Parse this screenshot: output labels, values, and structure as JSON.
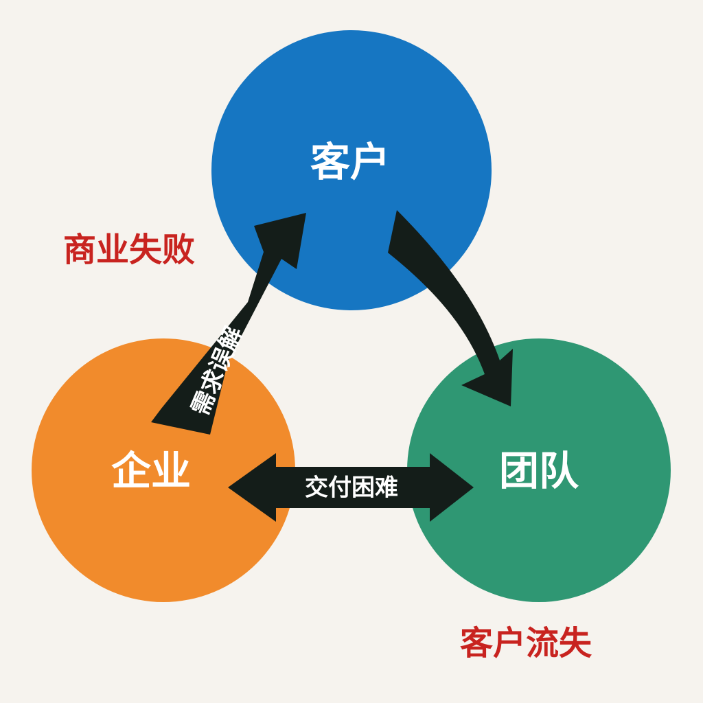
{
  "nodes": {
    "customer": {
      "label": "客户",
      "color": "#1676c2"
    },
    "enterprise": {
      "label": "企业",
      "color": "#f18b2c"
    },
    "team": {
      "label": "团队",
      "color": "#2f9773"
    }
  },
  "arrows": {
    "enterprise_customer": {
      "label": "需求误解"
    },
    "enterprise_team": {
      "label": "交付困难"
    },
    "customer_team": {
      "label": ""
    }
  },
  "annotations": {
    "business_failure": "商业失败",
    "customer_churn": "客户流失"
  },
  "colors": {
    "background": "#f6f3ee",
    "arrow": "#141d19",
    "annotation": "#c8231f"
  }
}
